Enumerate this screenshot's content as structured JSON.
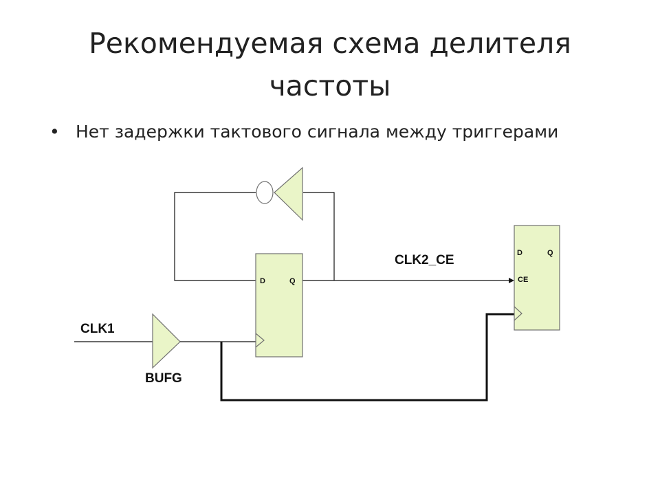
{
  "slide": {
    "title_line1": "Рекомендуемая схема делителя",
    "title_line2": "частоты",
    "bullet_glyph": "•",
    "bullet_text": "Нет задержки тактового сигнала между триггерами"
  },
  "diagram": {
    "signals": {
      "clk1": "CLK1",
      "bufg": "BUFG",
      "clk2_ce": "CLK2_CE"
    },
    "flipflop1": {
      "d": "D",
      "q": "Q"
    },
    "flipflop2": {
      "d": "D",
      "q": "Q",
      "ce": "CE"
    },
    "colors": {
      "fill": "#eaf5c8",
      "stroke": "#707070",
      "wire": "#111111"
    }
  }
}
